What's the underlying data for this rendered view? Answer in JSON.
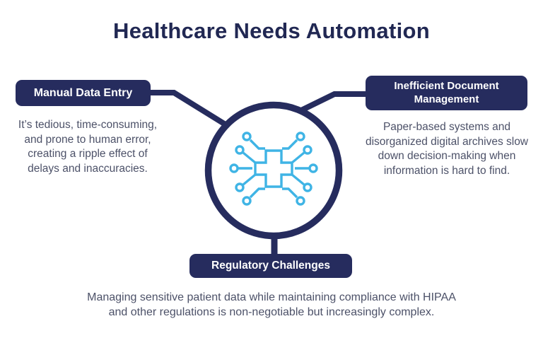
{
  "title": "Healthcare Needs Automation",
  "colors": {
    "navy": "#262c5e",
    "title_text": "#212853",
    "body_text": "#4c5168",
    "icon_blue": "#3fb4e5",
    "background": "#ffffff"
  },
  "center": {
    "icon": "medical-cross-circuit-icon"
  },
  "sections": {
    "manual_data_entry": {
      "label": "Manual Data Entry",
      "description_lines": [
        "It’s tedious, time-consuming,",
        "and prone to human error,",
        "creating a ripple effect of",
        "delays and inaccuracies."
      ]
    },
    "inefficient_document_management": {
      "label": "Inefficient Document Management",
      "description_lines": [
        "Paper-based systems and",
        "disorganized digital archives slow",
        "down decision-making when",
        "information is hard to find."
      ]
    },
    "regulatory_challenges": {
      "label": "Regulatory Challenges",
      "description_lines": [
        "Managing sensitive patient data while maintaining compliance with HIPAA",
        "and other regulations is non-negotiable but increasingly complex."
      ]
    }
  }
}
